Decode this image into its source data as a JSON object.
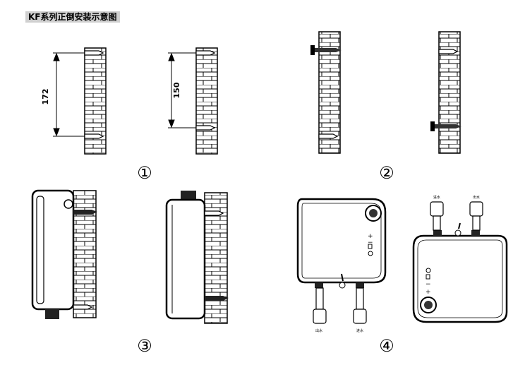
{
  "title": "KF系列正倒安装示意图",
  "steps": [
    "①",
    "②",
    "③",
    "④"
  ],
  "dimensions": {
    "a": "172",
    "b": "150"
  },
  "pipe_labels": {
    "inlet": "进水",
    "outlet": "出水"
  },
  "colors": {
    "title_bg": "#d0d0d0",
    "ink": "#000000"
  }
}
